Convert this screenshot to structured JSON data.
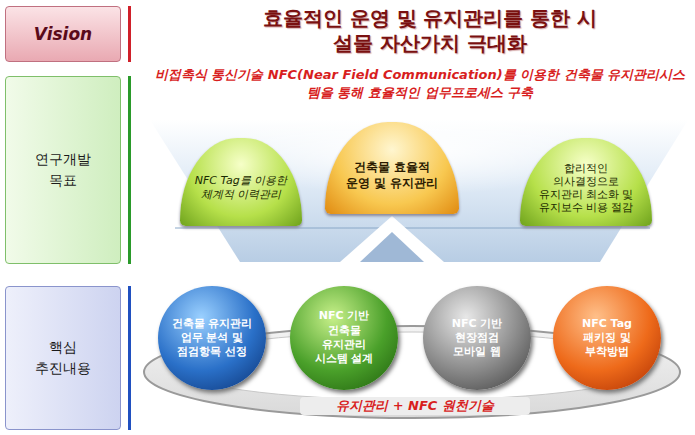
{
  "diagram": {
    "title": "효율적인 운영 및 유지관리를 통한 시설물 자산가치 극대화",
    "nodes": [
      {
        "text": [
          "Vision"
        ]
      },
      {
        "text": [
          "연구개발 목표"
        ]
      },
      {
        "text": [
          "NFC Tag를 이용한 체계적 이력관리"
        ]
      },
      {
        "text": [
          "건축물 효율적 운영 및 유지관리"
        ]
      },
      {
        "text": [
          "합리적인 의사결정으로 유지관리 최소화 및 유지보수 비용 절감"
        ]
      },
      {
        "text": [
          "핵심 추진내용"
        ]
      },
      {
        "text": [
          "건축물 유지관리 업무 분석 및 점검항목 선정"
        ]
      },
      {
        "text": [
          "NFC 기반 건축물 유지관리 시스템 설계"
        ]
      },
      {
        "text": [
          "NFC 기반 현장점검 모바일 웹"
        ]
      },
      {
        "text": [
          "NFC Tag 패키징 및 부착방법"
        ]
      }
    ],
    "labels": [
      "비접촉식 통신기술 NFC(Near Field Communication)를 이용한 건축물 유지관리시스템을 통해 효율적인 업무프로세스 구축",
      "유지관리 + NFC 원천기술"
    ]
  }
}
